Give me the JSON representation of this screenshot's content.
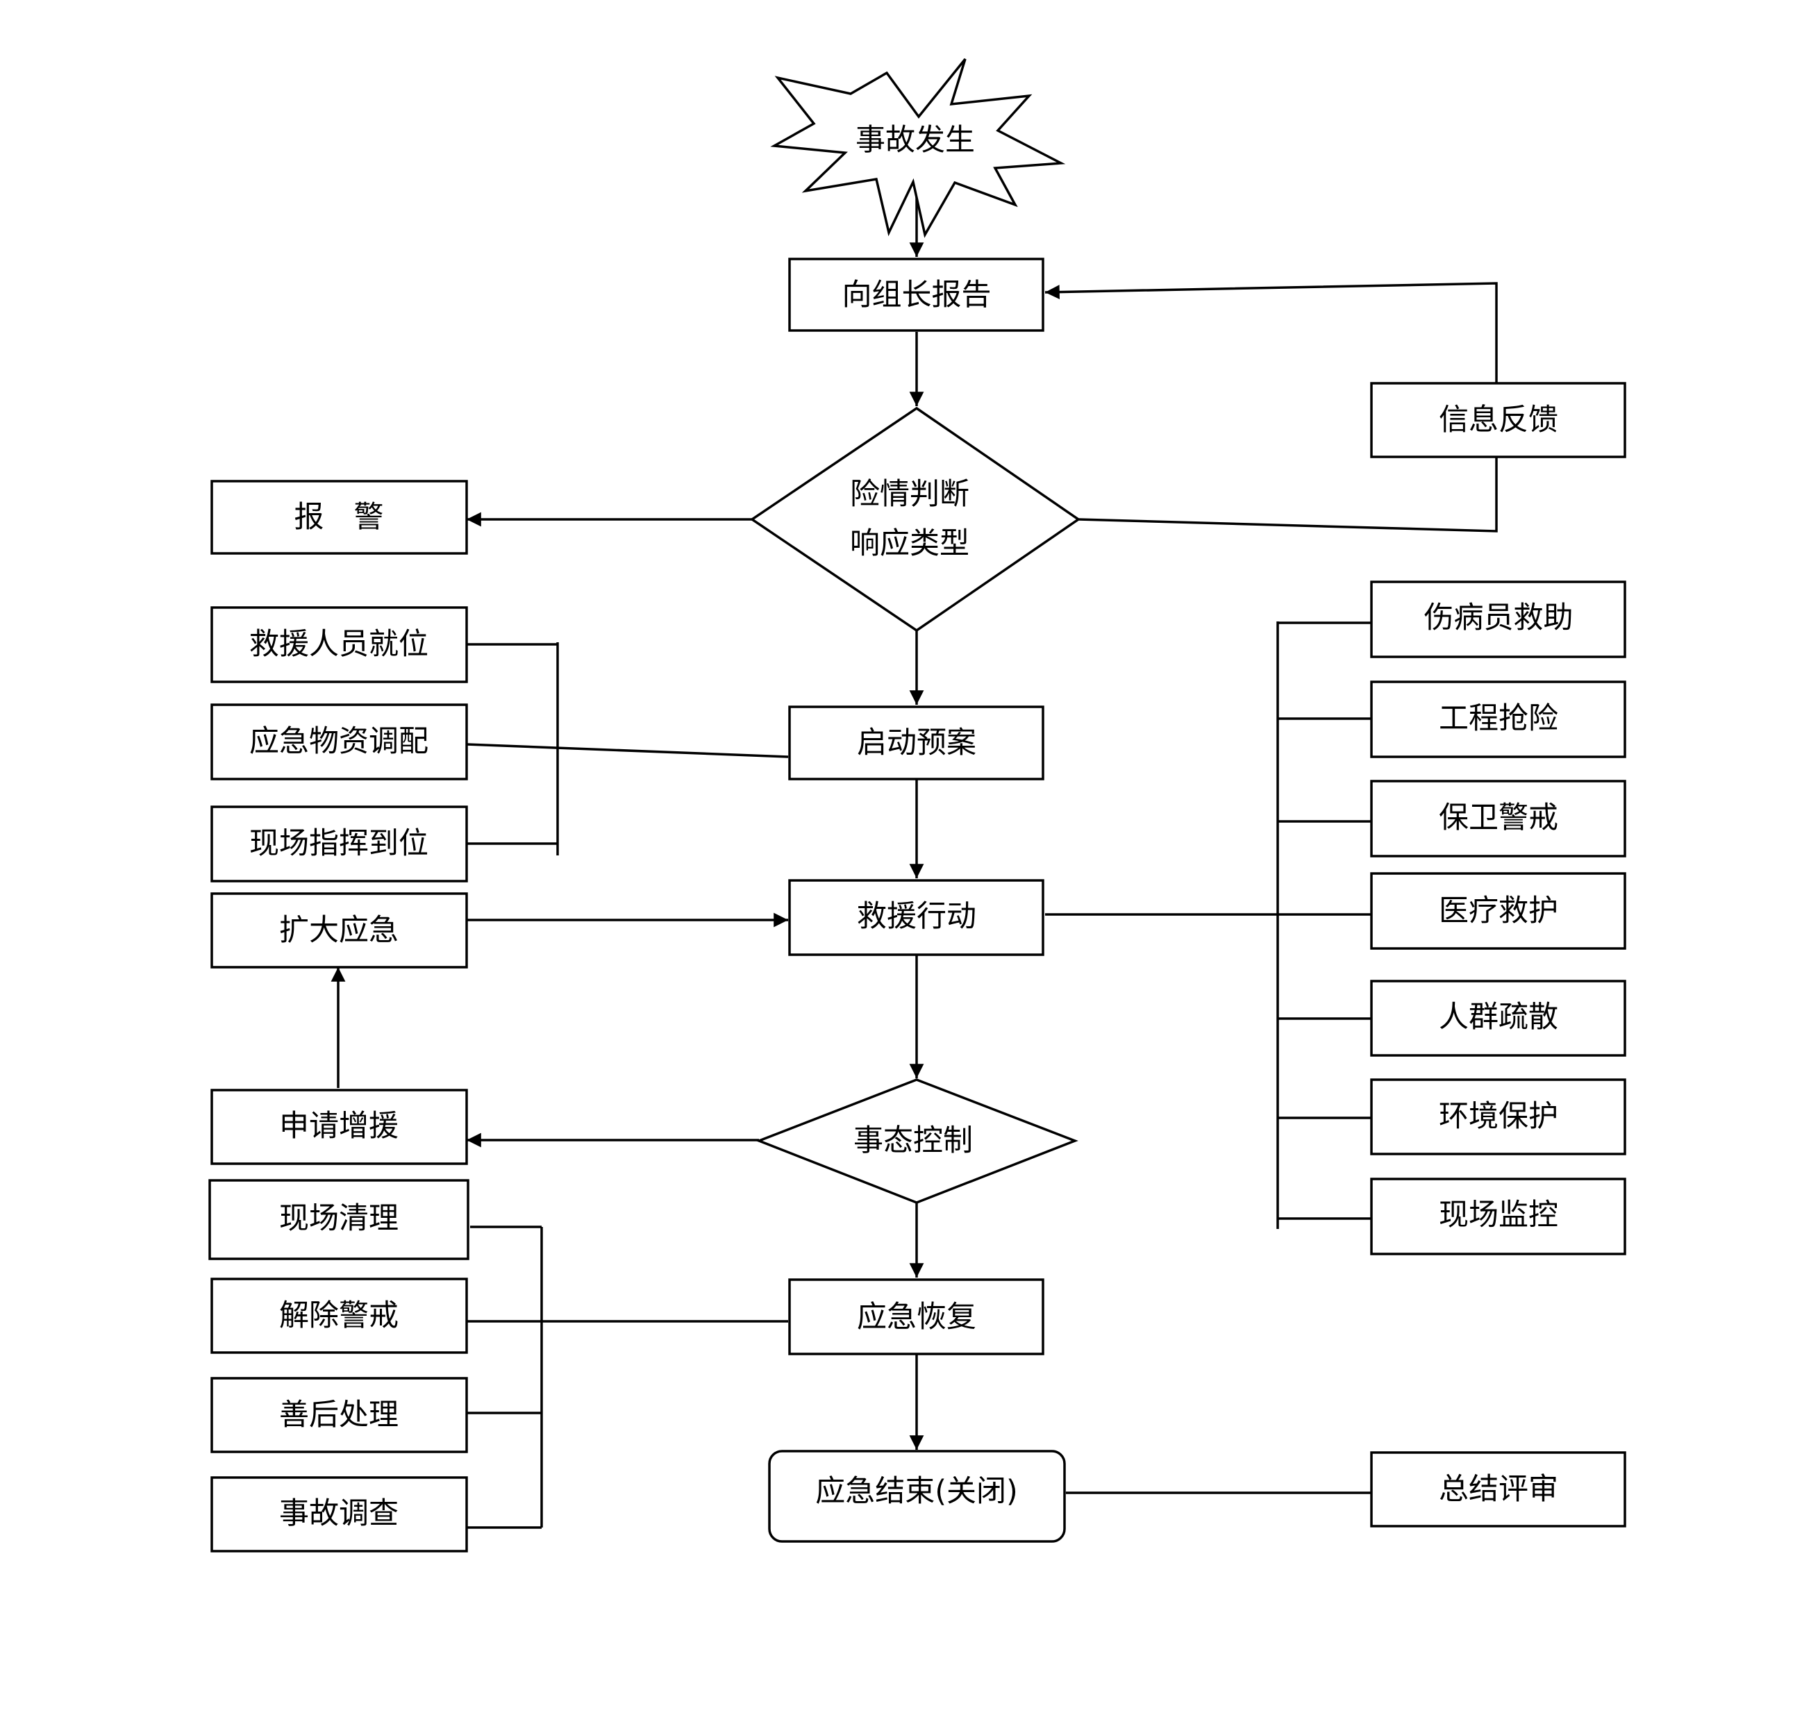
{
  "colors": {
    "stroke": "#000000",
    "background": "#ffffff"
  },
  "nodes": {
    "accident": "事故发生",
    "report_leader": "向组长报告",
    "feedback": "信息反馈",
    "judge_line1": "险情判断",
    "judge_line2": "响应类型",
    "alarm": "报　警",
    "rescuers_ready": "救援人员就位",
    "supplies": "应急物资调配",
    "command_ready": "现场指挥到位",
    "start_plan": "启动预案",
    "expand": "扩大应急",
    "rescue_action": "救援行动",
    "request_support": "申请增援",
    "situation_control": "事态控制",
    "cleanup": "现场清理",
    "lift_alert": "解除警戒",
    "aftermath": "善后处理",
    "investigation": "事故调查",
    "recovery": "应急恢复",
    "end": "应急结束(关闭)",
    "summary_review": "总结评审",
    "injured_rescue": "伤病员救助",
    "engineering": "工程抢险",
    "security": "保卫警戒",
    "medical": "医疗救护",
    "evacuation": "人群疏散",
    "environment": "环境保护",
    "monitoring": "现场监控"
  }
}
